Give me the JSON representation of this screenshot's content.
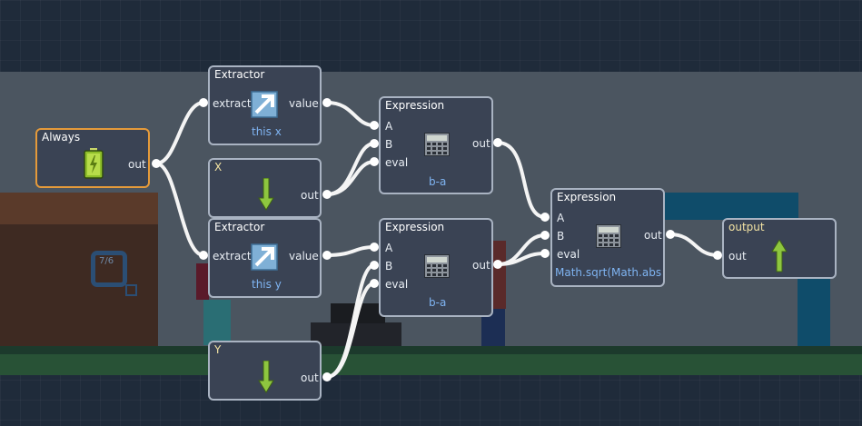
{
  "scene": {
    "level_label": "7/6"
  },
  "nodes": {
    "always": {
      "title": "Always",
      "out": "out"
    },
    "extractor_x": {
      "title": "Extractor",
      "in": "extract",
      "out": "value",
      "sub": "this x"
    },
    "x": {
      "title": "X",
      "out": "out"
    },
    "extractor_y": {
      "title": "Extractor",
      "in": "extract",
      "out": "value",
      "sub": "this y"
    },
    "y": {
      "title": "Y",
      "out": "out"
    },
    "expr1": {
      "title": "Expression",
      "a": "A",
      "b": "B",
      "eval": "eval",
      "out": "out",
      "sub": "b-a"
    },
    "expr2": {
      "title": "Expression",
      "a": "A",
      "b": "B",
      "eval": "eval",
      "out": "out",
      "sub": "b-a"
    },
    "expr3": {
      "title": "Expression",
      "a": "A",
      "b": "B",
      "eval": "eval",
      "out": "out",
      "sub": "Math.sqrt(Math.abs("
    },
    "output": {
      "title": "output",
      "out": "out"
    }
  },
  "icons": {
    "always": "battery-icon",
    "extractor": "extract-arrow-icon",
    "down": "down-arrow-icon",
    "calc": "calculator-icon",
    "up": "up-arrow-icon"
  },
  "colors": {
    "node_bg": "#3a4354",
    "node_border": "#a9b3c2",
    "selected_border": "#e59a3a",
    "wire": "#f4f4f4",
    "sub_text": "#7fb4f2",
    "green_arrow": "#8ec63f"
  }
}
